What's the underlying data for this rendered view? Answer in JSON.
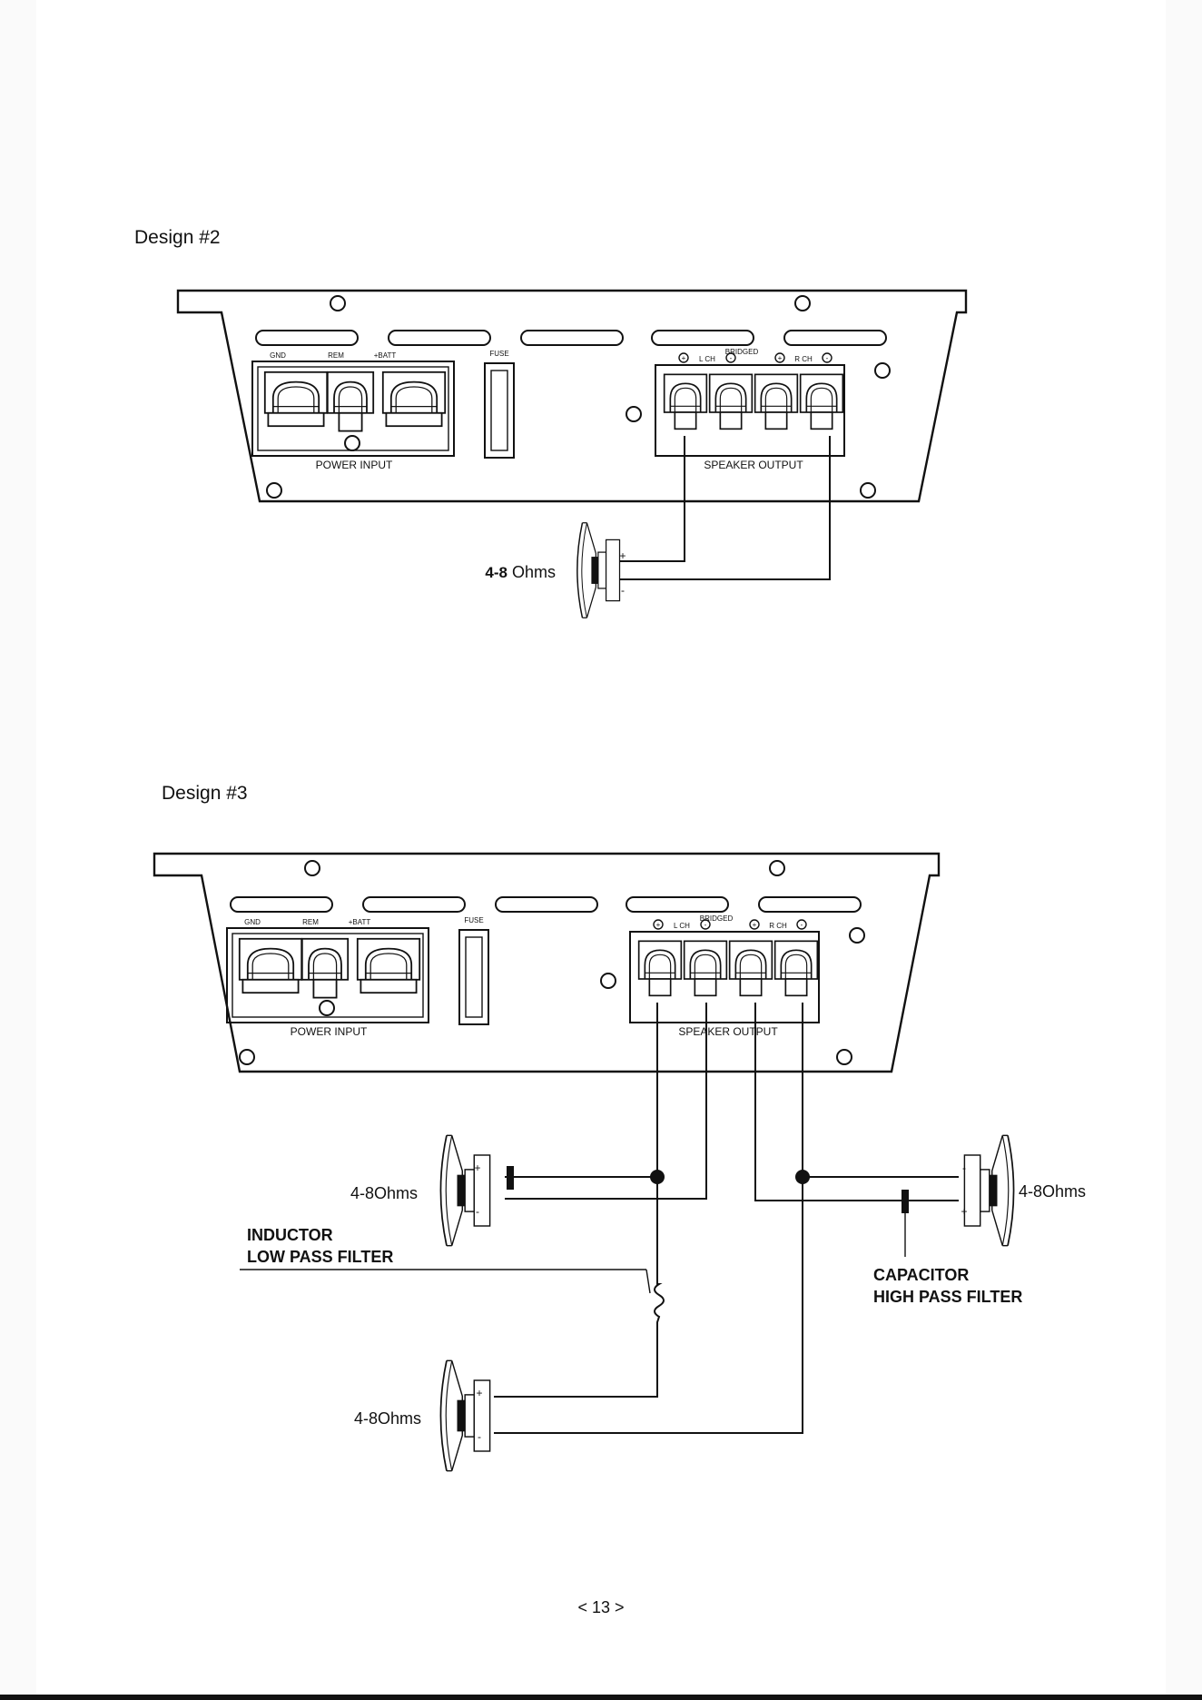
{
  "design2": {
    "title": "Design #2",
    "labels": {
      "gnd": "GND",
      "rem": "REM",
      "batt": "+BATT",
      "fuse": "FUSE",
      "bridged": "BRIDGED",
      "lch": "L CH",
      "rch": "R CH",
      "power_input": "POWER INPUT",
      "speaker_output": "SPEAKER OUTPUT"
    },
    "speaker": {
      "impedance_bold": "4-8",
      "impedance_unit": " Ohms",
      "plus": "+",
      "minus": "-"
    }
  },
  "design3": {
    "title": "Design #3",
    "labels": {
      "gnd": "GND",
      "rem": "REM",
      "batt": "+BATT",
      "fuse": "FUSE",
      "bridged": "BRIDGED",
      "lch": "L CH",
      "rch": "R CH",
      "power_input": "POWER INPUT",
      "speaker_output": "SPEAKER OUTPUT"
    },
    "speakers": [
      {
        "impedance": "4-8Ohms",
        "plus": "+",
        "minus": "-"
      },
      {
        "impedance": "4-8Ohms",
        "plus": "+",
        "minus": "-"
      },
      {
        "impedance": "4-8Ohms",
        "plus": "+",
        "minus": "-"
      }
    ],
    "inductor": {
      "line1": "INDUCTOR",
      "line2": "LOW PASS FILTER"
    },
    "capacitor": {
      "line1": "CAPACITOR",
      "line2": "HIGH PASS FILTER"
    }
  },
  "page_number": "< 13 >"
}
